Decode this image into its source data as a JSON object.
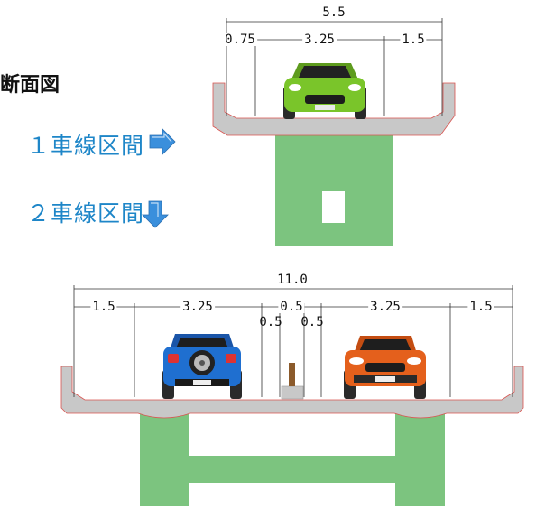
{
  "title": "断面図",
  "legend": {
    "one_lane": "１車線区間",
    "two_lane": "２車線区間",
    "one_lane_arrow_icon": "arrow-right-icon",
    "two_lane_arrow_icon": "arrow-down-icon"
  },
  "top_section": {
    "total_width": "5.5",
    "segments": [
      "0.75",
      "3.25",
      "1.5"
    ]
  },
  "bottom_section": {
    "total_width": "11.0",
    "segments": [
      "1.5",
      "3.25",
      "0.5",
      "3.25",
      "1.5"
    ],
    "median_detail": [
      "0.5",
      "0.5"
    ]
  },
  "colors": {
    "pier": "#7cc47f",
    "deck": "#c8c8c8",
    "deck_edge": "#d9534f",
    "label_blue": "#1e86c8",
    "arrow_blue": "#3a8fdc",
    "car_green": "#7ac52a",
    "car_blue": "#1f6fd0",
    "car_orange": "#e4601c"
  }
}
